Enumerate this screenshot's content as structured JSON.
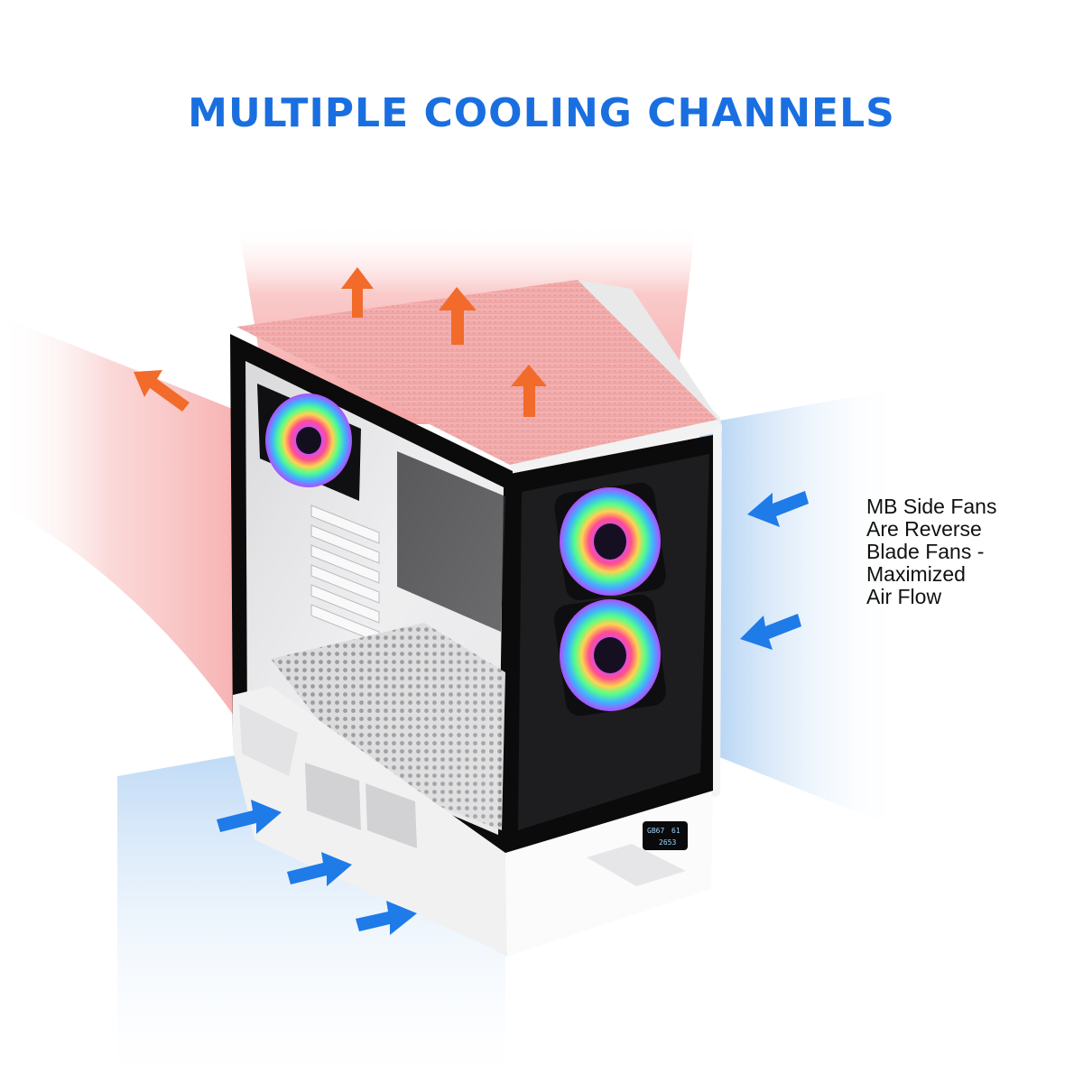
{
  "headline": "MULTIPLE COOLING CHANNELS",
  "caption_lines": [
    "MB Side Fans",
    "Are Reverse",
    "Blade Fans -",
    "Maximized",
    "Air Flow"
  ],
  "colors": {
    "headline": "#1a6fe0",
    "hot_airflow": "#f26b2a",
    "cold_airflow": "#1e7be8",
    "hot_zone": "#f7b3b3",
    "cold_zone": "#b9d6f4",
    "case_body": "#f4f4f4",
    "glass_frame": "#0c0c0c"
  },
  "icons": {
    "exhaust": "orange-up-arrow-icon",
    "intake": "blue-arrow-icon"
  },
  "product": {
    "lcd_readout": [
      "GB67",
      "61",
      "2653"
    ]
  }
}
